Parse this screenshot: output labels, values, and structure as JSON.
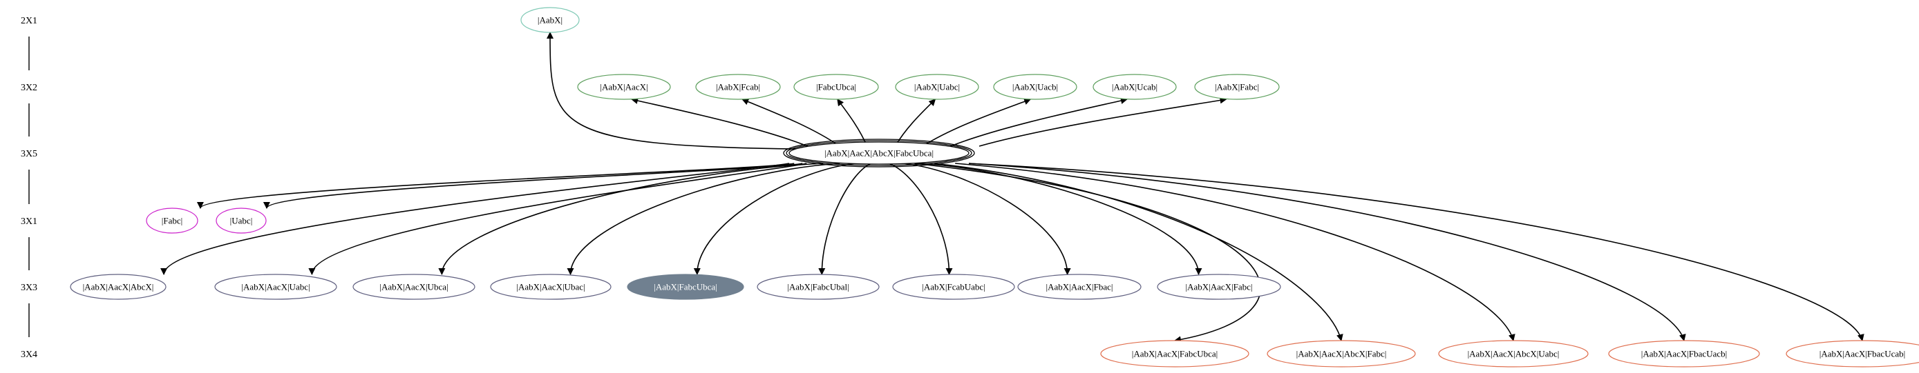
{
  "rank_labels": [
    "2X1",
    "3X2",
    "3X5",
    "3X1",
    "3X3",
    "3X4"
  ],
  "colors": {
    "r2x1": "#7fc9b5",
    "r3x2": "#5fa05f",
    "r3x5": "#000000",
    "r3x1": "#cc22cc",
    "r3x3": "#606080",
    "r3x4": "#e07050",
    "highlight_fill": "#708090",
    "edge": "#000000"
  },
  "center": {
    "id": "center",
    "label": "|AabX|AacX|AbcX|FabcUbca|"
  },
  "nodes": [
    {
      "id": "n_2x1",
      "rank": "2X1",
      "label": "|AabX|"
    },
    {
      "id": "n_3x2_1",
      "rank": "3X2",
      "label": "|AabX|AacX|"
    },
    {
      "id": "n_3x2_2",
      "rank": "3X2",
      "label": "|AabX|Fcab|"
    },
    {
      "id": "n_3x2_3",
      "rank": "3X2",
      "label": "|FabcUbca|"
    },
    {
      "id": "n_3x2_4",
      "rank": "3X2",
      "label": "|AabX|Uabc|"
    },
    {
      "id": "n_3x2_5",
      "rank": "3X2",
      "label": "|AabX|Uacb|"
    },
    {
      "id": "n_3x2_6",
      "rank": "3X2",
      "label": "|AabX|Ucab|"
    },
    {
      "id": "n_3x2_7",
      "rank": "3X2",
      "label": "|AabX|Fabc|"
    },
    {
      "id": "n_3x1_1",
      "rank": "3X1",
      "label": "|Fabc|"
    },
    {
      "id": "n_3x1_2",
      "rank": "3X1",
      "label": "|Uabc|"
    },
    {
      "id": "n_3x3_1",
      "rank": "3X3",
      "label": "|AabX|AacX|AbcX|"
    },
    {
      "id": "n_3x3_2",
      "rank": "3X3",
      "label": "|AabX|AacX|Uabc|"
    },
    {
      "id": "n_3x3_3",
      "rank": "3X3",
      "label": "|AabX|AacX|Ubca|"
    },
    {
      "id": "n_3x3_4",
      "rank": "3X3",
      "label": "|AabX|AacX|Ubac|"
    },
    {
      "id": "n_3x3_5",
      "rank": "3X3",
      "label": "|AabX|FabcUbca|",
      "highlight": true
    },
    {
      "id": "n_3x3_6",
      "rank": "3X3",
      "label": "|AabX|FabcUbal|"
    },
    {
      "id": "n_3x3_7",
      "rank": "3X3",
      "label": "|AabX|FcabUabc|"
    },
    {
      "id": "n_3x3_8",
      "rank": "3X3",
      "label": "|AabX|AacX|Fbac|"
    },
    {
      "id": "n_3x3_9",
      "rank": "3X3",
      "label": "|AabX|AacX|Fabc|"
    },
    {
      "id": "n_3x4_1",
      "rank": "3X4",
      "label": "|AabX|AacX|FabcUbca|"
    },
    {
      "id": "n_3x4_2",
      "rank": "3X4",
      "label": "|AabX|AacX|AbcX|Fabc|"
    },
    {
      "id": "n_3x4_3",
      "rank": "3X4",
      "label": "|AabX|AacX|AbcX|Uabc|"
    },
    {
      "id": "n_3x4_4",
      "rank": "3X4",
      "label": "|AabX|AacX|FbacUacb|"
    },
    {
      "id": "n_3x4_5",
      "rank": "3X4",
      "label": "|AabX|AacX|FbacUcab|"
    }
  ],
  "edges": [
    {
      "from": "center",
      "to": "n_2x1"
    },
    {
      "from": "center",
      "to": "n_3x2_1"
    },
    {
      "from": "center",
      "to": "n_3x2_2"
    },
    {
      "from": "center",
      "to": "n_3x2_3"
    },
    {
      "from": "center",
      "to": "n_3x2_4"
    },
    {
      "from": "center",
      "to": "n_3x2_5"
    },
    {
      "from": "center",
      "to": "n_3x2_6"
    },
    {
      "from": "center",
      "to": "n_3x2_7"
    },
    {
      "from": "center",
      "to": "n_3x1_1"
    },
    {
      "from": "center",
      "to": "n_3x1_2"
    },
    {
      "from": "center",
      "to": "n_3x3_1"
    },
    {
      "from": "center",
      "to": "n_3x3_2"
    },
    {
      "from": "center",
      "to": "n_3x3_3"
    },
    {
      "from": "center",
      "to": "n_3x3_4"
    },
    {
      "from": "center",
      "to": "n_3x3_5"
    },
    {
      "from": "center",
      "to": "n_3x3_6"
    },
    {
      "from": "center",
      "to": "n_3x3_7"
    },
    {
      "from": "center",
      "to": "n_3x3_8"
    },
    {
      "from": "center",
      "to": "n_3x3_9"
    },
    {
      "from": "center",
      "to": "n_3x4_1"
    },
    {
      "from": "center",
      "to": "n_3x4_2"
    },
    {
      "from": "center",
      "to": "n_3x4_3"
    },
    {
      "from": "center",
      "to": "n_3x4_4"
    },
    {
      "from": "center",
      "to": "n_3x4_5"
    }
  ]
}
